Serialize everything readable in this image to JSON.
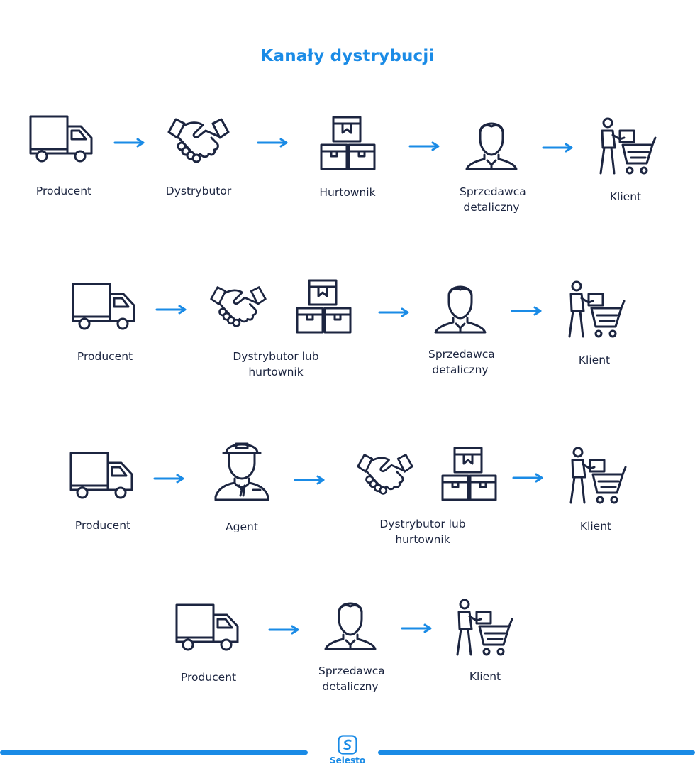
{
  "title": "Kanały dystrybucji",
  "rows": [
    {
      "nodes": [
        {
          "icon": "truck-icon",
          "label": "Producent"
        },
        {
          "icon": "handshake-icon",
          "label": "Dystrybutor"
        },
        {
          "icon": "boxes-icon",
          "label": "Hurtownik"
        },
        {
          "icon": "person-icon",
          "label": "Sprzedawca detaliczny"
        },
        {
          "icon": "shopper-cart-icon",
          "label": "Klient"
        }
      ]
    },
    {
      "nodes": [
        {
          "icon": "truck-icon",
          "label": "Producent"
        },
        {
          "icon": "handshake-boxes-icon",
          "label": "Dystrybutor lub hurtownik"
        },
        {
          "icon": "person-icon",
          "label": "Sprzedawca detaliczny"
        },
        {
          "icon": "shopper-cart-icon",
          "label": "Klient"
        }
      ]
    },
    {
      "nodes": [
        {
          "icon": "truck-icon",
          "label": "Producent"
        },
        {
          "icon": "agent-icon",
          "label": "Agent"
        },
        {
          "icon": "handshake-boxes-icon",
          "label": "Dystrybutor lub hurtownik"
        },
        {
          "icon": "shopper-cart-icon",
          "label": "Klient"
        }
      ]
    },
    {
      "nodes": [
        {
          "icon": "truck-icon",
          "label": "Producent"
        },
        {
          "icon": "person-icon",
          "label": "Sprzedawca detaliczny"
        },
        {
          "icon": "shopper-cart-icon",
          "label": "Klient"
        }
      ]
    }
  ],
  "footer": {
    "brand": "Selesto",
    "logo_icon": "selesto-logo-icon"
  },
  "colors": {
    "accent": "#1a8be6",
    "ink": "#1c2540"
  }
}
